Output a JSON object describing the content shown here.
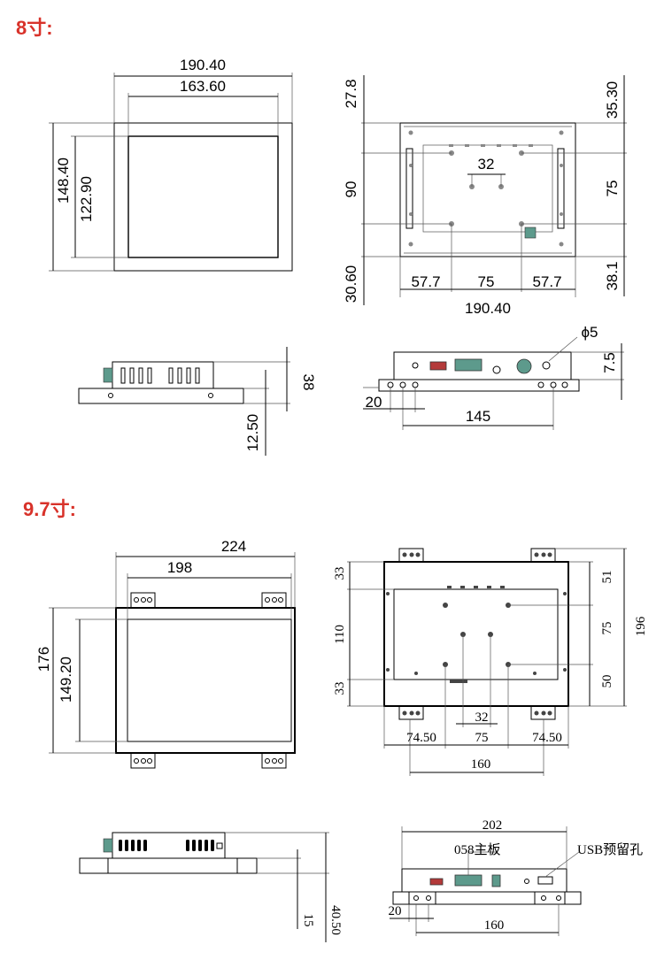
{
  "sections": [
    {
      "title": "8寸:"
    },
    {
      "title": "9.7寸:"
    }
  ],
  "s8": {
    "front": {
      "width_outer": "190.40",
      "width_inner": "163.60",
      "height_outer": "148.40",
      "height_inner": "122.90"
    },
    "back": {
      "top_a": "27.8",
      "top_b": "35.30",
      "mid_left": "90",
      "mid_right": "75",
      "bottom_left": "30.60",
      "bottom_right": "38.1",
      "hole_spacing": "32",
      "seg_left": "57.7",
      "seg_mid": "75",
      "seg_right": "57.7",
      "total_width": "190.40"
    },
    "side": {
      "height": "38",
      "flange": "12.50"
    },
    "bottom": {
      "hole": "ϕ5",
      "depth": "7.5",
      "edge": "20",
      "span": "145"
    }
  },
  "s97": {
    "front": {
      "width_outer": "224",
      "width_inner": "198",
      "height_outer": "176",
      "height_inner": "149.20"
    },
    "back": {
      "left_top": "33",
      "left_mid": "110",
      "left_bottom": "33",
      "right_top": "51",
      "right_mid": "75",
      "right_bottom": "50",
      "right_total": "196",
      "hole_spacing": "32",
      "seg_left": "74.50",
      "seg_mid": "75",
      "seg_right": "74.50",
      "span": "160"
    },
    "side": {
      "height": "40.50",
      "flange": "15"
    },
    "bottom": {
      "width": "202",
      "board_label": "058主板",
      "usb_label": "USB预留孔",
      "edge": "20",
      "span": "160"
    }
  }
}
